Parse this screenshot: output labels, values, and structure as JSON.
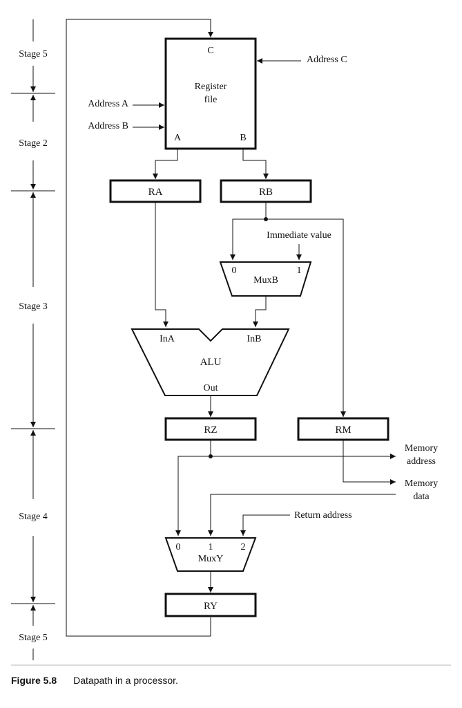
{
  "stages": {
    "s5_top": "Stage 5",
    "s2": "Stage 2",
    "s3": "Stage 3",
    "s4": "Stage 4",
    "s5_bottom": "Stage 5"
  },
  "register_file": {
    "title_line1": "Register",
    "title_line2": "file",
    "port_c": "C",
    "port_a": "A",
    "port_b": "B"
  },
  "inputs": {
    "address_a": "Address A",
    "address_b": "Address B",
    "address_c": "Address C",
    "immediate": "Immediate value",
    "return_address": "Return address"
  },
  "registers": {
    "ra": "RA",
    "rb": "RB",
    "rz": "RZ",
    "rm": "RM",
    "ry": "RY"
  },
  "muxb": {
    "label": "MuxB",
    "in0": "0",
    "in1": "1"
  },
  "alu": {
    "label": "ALU",
    "in_a": "InA",
    "in_b": "InB",
    "out": "Out"
  },
  "muxy": {
    "label": "MuxY",
    "in0": "0",
    "in1": "1",
    "in2": "2"
  },
  "outputs": {
    "mem_addr_line1": "Memory",
    "mem_addr_line2": "address",
    "mem_data_line1": "Memory",
    "mem_data_line2": "data"
  },
  "caption": {
    "number": "Figure 5.8",
    "text": "Datapath in a processor."
  }
}
